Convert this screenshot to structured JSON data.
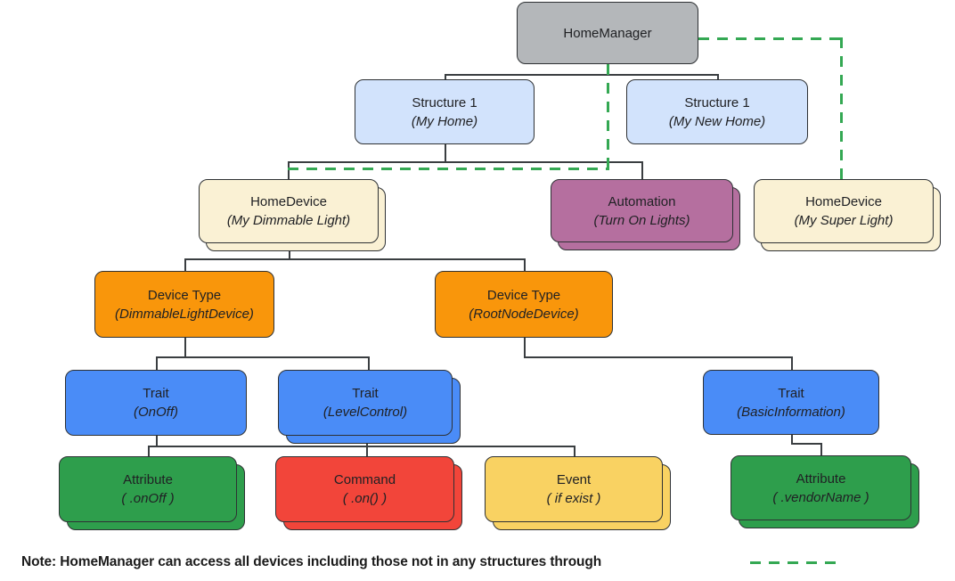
{
  "nodes": {
    "homemanager": {
      "title": "HomeManager",
      "subtitle": ""
    },
    "structure1": {
      "title": "Structure 1",
      "subtitle": "(My Home)"
    },
    "structure2": {
      "title": "Structure 1",
      "subtitle": "(My New Home)"
    },
    "homedevice1": {
      "title": "HomeDevice",
      "subtitle": "(My Dimmable Light)"
    },
    "automation": {
      "title": "Automation",
      "subtitle": "(Turn On Lights)"
    },
    "homedevice2": {
      "title": "HomeDevice",
      "subtitle": "(My Super Light)"
    },
    "devicetype1": {
      "title": "Device Type",
      "subtitle": "(DimmableLightDevice)"
    },
    "devicetype2": {
      "title": "Device Type",
      "subtitle": "(RootNodeDevice)"
    },
    "trait_onoff": {
      "title": "Trait",
      "subtitle": "(OnOff)"
    },
    "trait_levelcontrol": {
      "title": "Trait",
      "subtitle": "(LevelControl)"
    },
    "trait_basicinfo": {
      "title": "Trait",
      "subtitle": "(BasicInformation)"
    },
    "attr_onoff": {
      "title": "Attribute",
      "subtitle": "( .onOff )"
    },
    "command_on": {
      "title": "Command",
      "subtitle": "( .on() )"
    },
    "event_ifexist": {
      "title": "Event",
      "subtitle": "( if exist )"
    },
    "attr_vendorname": {
      "title": "Attribute",
      "subtitle": "( .vendorName )"
    }
  },
  "note": {
    "text": "Note: HomeManager can access all devices including those not in any structures through"
  },
  "colors": {
    "gray": "#b4b7ba",
    "light_blue": "#d2e3fc",
    "cream": "#faf1d4",
    "purple": "#b56f9f",
    "orange": "#f9960b",
    "blue": "#4a8cf7",
    "green": "#2e9e4c",
    "red": "#f2453a",
    "yellow": "#f9d262",
    "dashed_line_green": "#34a853",
    "connector": "#3a3e41",
    "text": "#202124"
  },
  "edges": {
    "solid": [
      [
        "HomeManager",
        "Structure 1 (My Home)"
      ],
      [
        "HomeManager",
        "Structure 1 (My New Home)"
      ],
      [
        "Structure 1 (My Home)",
        "HomeDevice (My Dimmable Light)"
      ],
      [
        "Structure 1 (My Home)",
        "Automation (Turn On Lights)"
      ],
      [
        "HomeDevice (My Dimmable Light)",
        "Device Type (DimmableLightDevice)"
      ],
      [
        "HomeDevice (My Dimmable Light)",
        "Device Type (RootNodeDevice)"
      ],
      [
        "Device Type (DimmableLightDevice)",
        "Trait (OnOff)"
      ],
      [
        "Device Type (DimmableLightDevice)",
        "Trait (LevelControl)"
      ],
      [
        "Device Type (RootNodeDevice)",
        "Trait (BasicInformation)"
      ],
      [
        "Trait (OnOff)",
        "Attribute ( .onOff )"
      ],
      [
        "Trait (LevelControl)",
        "Command ( .on() )"
      ],
      [
        "Trait (LevelControl)",
        "Event ( if exist )"
      ],
      [
        "Trait (BasicInformation)",
        "Attribute ( .vendorName )"
      ]
    ],
    "dashed_green": [
      [
        "HomeManager",
        "HomeDevice (My Dimmable Light)"
      ],
      [
        "HomeManager",
        "HomeDevice (My Super Light)"
      ]
    ]
  }
}
